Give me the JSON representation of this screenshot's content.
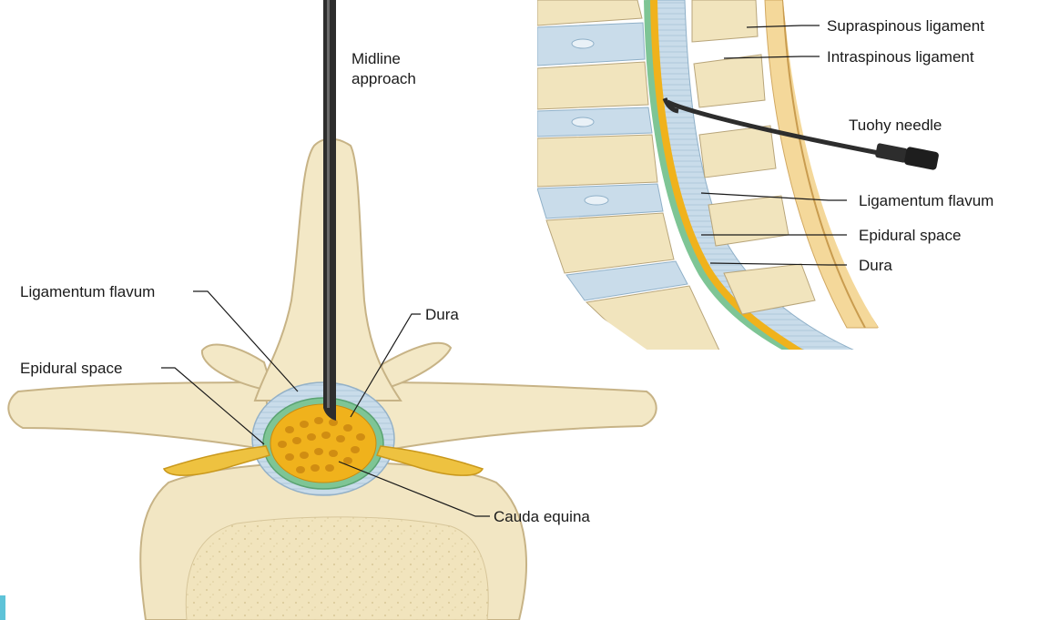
{
  "figure": {
    "midline_view": {
      "approach_label_line1": "Midline",
      "approach_label_line2": "approach",
      "labels": {
        "ligamentum_flavum": "Ligamentum flavum",
        "dura": "Dura",
        "epidural_space": "Epidural space",
        "cauda_equina": "Cauda equina"
      }
    },
    "sagittal_view": {
      "labels": {
        "supraspinous_ligament": "Supraspinous ligament",
        "intraspinous_ligament": "Intraspinous ligament",
        "tuohy_needle": "Tuohy needle",
        "ligamentum_flavum": "Ligamentum flavum",
        "epidural_space": "Epidural space",
        "dura": "Dura"
      }
    },
    "colors": {
      "bone": "#f3e8c6",
      "bone_outline": "#c8b68a",
      "ligament": "#c7dcea",
      "dura": "#78c08e",
      "cauda_equina": "#f0b21c",
      "nerve_root": "#eec240",
      "needle": "#2b2b2b",
      "accent_bar": "#5ec3d8"
    }
  }
}
